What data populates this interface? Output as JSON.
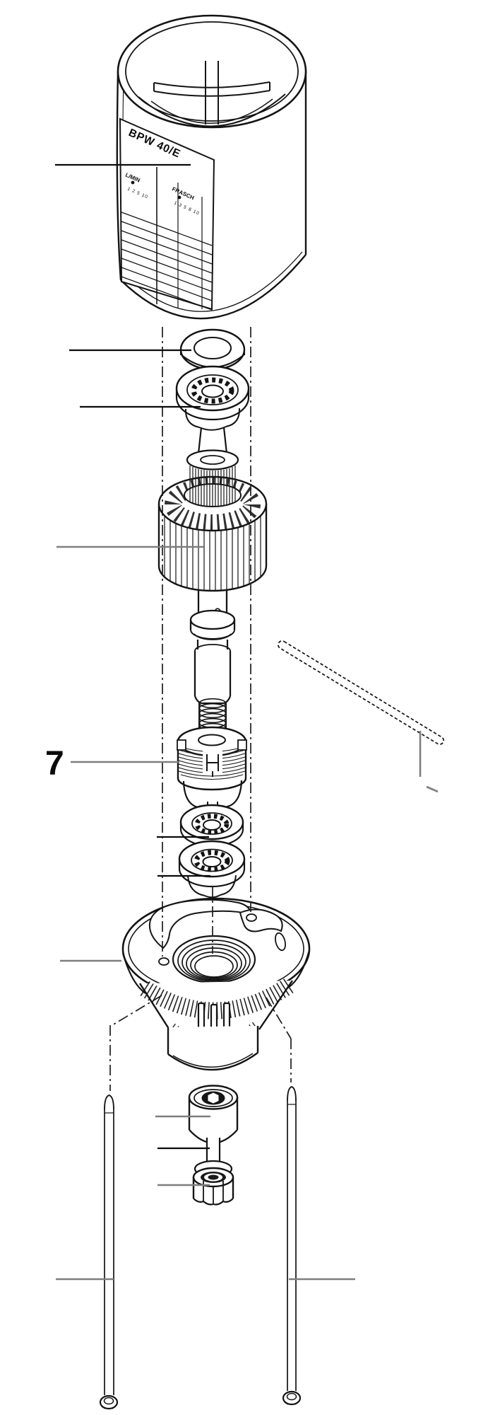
{
  "diagram": {
    "type": "exploded-parts-diagram",
    "title_plate": {
      "model": "BPW 40/E",
      "column1_header": "L/MIN",
      "column2_header": "FRASCH",
      "column1_values": "1 2 5 10",
      "column2_values": "1 3 5 8 10"
    },
    "callouts": {
      "part7": "7"
    },
    "colors": {
      "line": "#141414",
      "leader_black": "#0b0b0b",
      "leader_gray": "#7e7e7e",
      "background": "#ffffff"
    }
  }
}
